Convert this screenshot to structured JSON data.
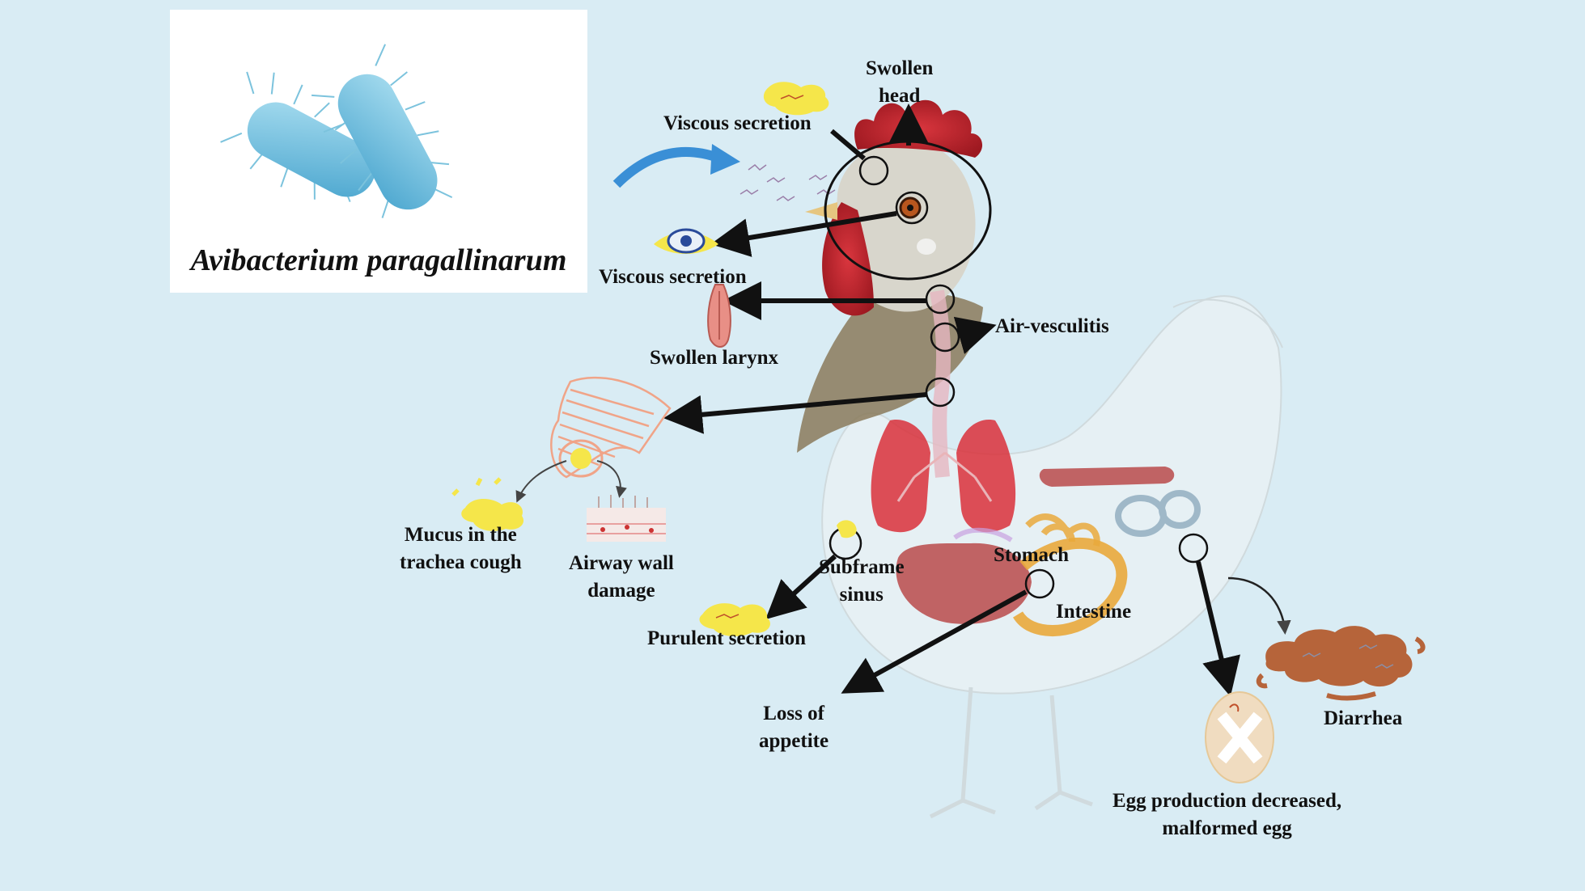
{
  "bacterium": {
    "species_name": "Avibacterium paragallinarum"
  },
  "labels": {
    "swollen_head": [
      "Swollen",
      "head"
    ],
    "viscous_secretion_top": "Viscous secretion",
    "viscous_secretion_eye": "Viscous secretion",
    "swollen_larynx": "Swollen larynx",
    "air_vesculitis": "Air-vesculitis",
    "mucus_trachea": [
      "Mucus in the",
      "trachea cough"
    ],
    "airway_wall_damage": [
      "Airway wall",
      "damage"
    ],
    "subframe_sinus": [
      "Subframe",
      "sinus"
    ],
    "stomach": "Stomach",
    "intestine": "Intestine",
    "purulent_secretion": "Purulent secretion",
    "loss_of_appetite": [
      "Loss of",
      "appetite"
    ],
    "diarrhea": "Diarrhea",
    "egg_production": [
      "Egg production decreased,",
      "malformed egg"
    ]
  },
  "colors": {
    "background": "#d9ecf4",
    "bacteria": "#6cb8d8",
    "arrow_blue": "#3a8fd6",
    "secretion_yellow": "#f5e64a",
    "comb_red": "#c8232c",
    "lung_red": "#d9303a",
    "stomach_red": "#b84a4a",
    "intestine_orange": "#e9a93c",
    "feces_brown": "#b6643a",
    "egg": "#f0dcc0"
  }
}
